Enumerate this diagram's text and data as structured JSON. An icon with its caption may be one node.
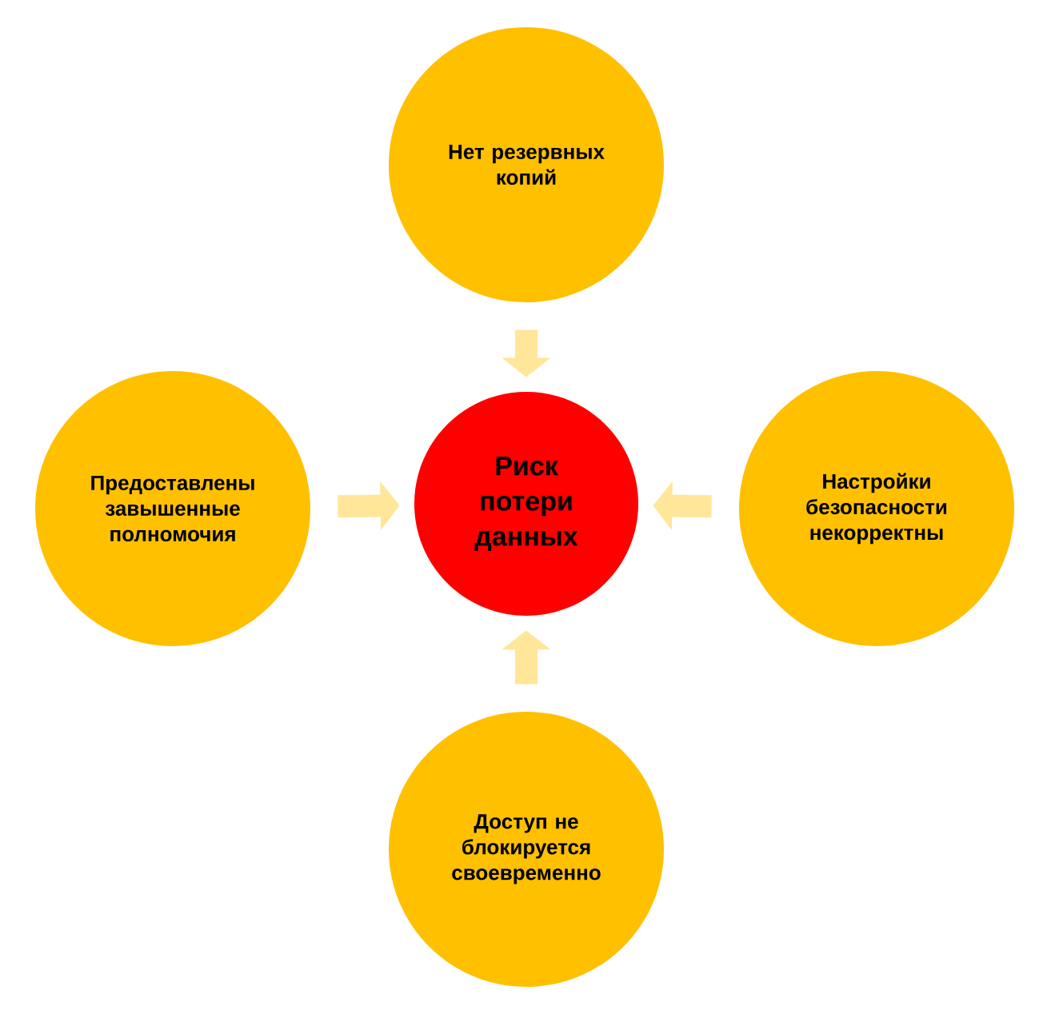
{
  "diagram": {
    "nodes": [
      {
        "text": [
          "Риск потери данных"
        ]
      },
      {
        "text": [
          "Нет резервных копий"
        ]
      },
      {
        "text": [
          "Предоставлены завышенные полномочия"
        ]
      },
      {
        "text": [
          "Настройки безопасности некорректны"
        ]
      },
      {
        "text": [
          "Доступ не блокируется своевременно"
        ]
      }
    ],
    "edges": [
      {
        "from": 1,
        "to": 0,
        "arrow": "to"
      },
      {
        "from": 2,
        "to": 0,
        "arrow": "to"
      },
      {
        "from": 3,
        "to": 0,
        "arrow": "to"
      },
      {
        "from": 4,
        "to": 0,
        "arrow": "to"
      }
    ]
  }
}
